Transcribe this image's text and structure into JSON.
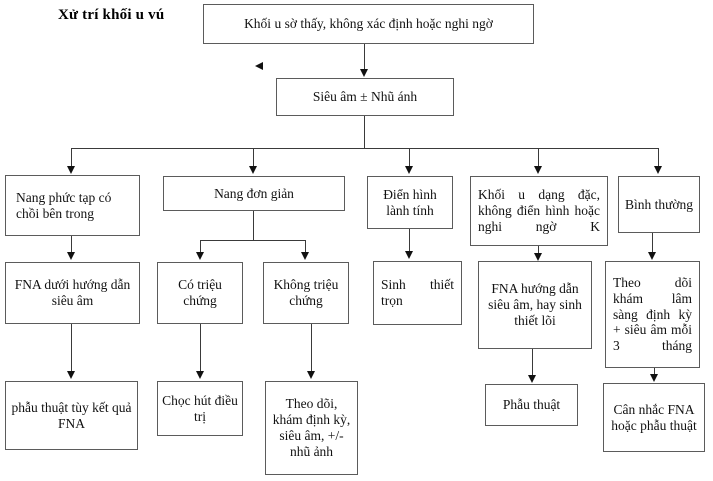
{
  "title": "Xử trí khối u vú",
  "nodes": {
    "root": "Khối u sờ thấy, không xác định hoặc nghi ngờ",
    "imaging": "Siêu âm ± Nhũ ánh",
    "branch1": "Nang phức tạp có chồi bên trong",
    "branch2": "Nang đơn giản",
    "branch3": "Điển hình lành tính",
    "branch4": "Khối u dạng đặc, không điển hình hoặc nghi ngờ K",
    "branch5": "Bình thường",
    "b1_step2": "FNA dưới hướng dẫn siêu âm",
    "b2a_step2": "Có triệu chứng",
    "b2b_step2": "Không triệu chứng",
    "b3_step2": "Sinh thiết trọn",
    "b4_step2": "FNA hướng dẫn siêu âm, hay sinh thiết lõi",
    "b5_step2": "Theo dõi khám lâm sàng định kỳ + siêu âm mỗi 3 tháng",
    "b1_step3": "phẫu thuật tùy kết quả FNA",
    "b2a_step3": "Chọc hút điều trị",
    "b2b_step3": "Theo dõi, khám định kỳ, siêu âm, +/- nhũ ảnh",
    "b4_step3": "Phẫu thuật",
    "b5_step3": "Cân nhắc FNA hoặc phẫu thuật"
  },
  "colors": {
    "box_border": "#5b5b5b",
    "connector": "#3a3a3a",
    "text": "#111111",
    "background": "#ffffff"
  }
}
